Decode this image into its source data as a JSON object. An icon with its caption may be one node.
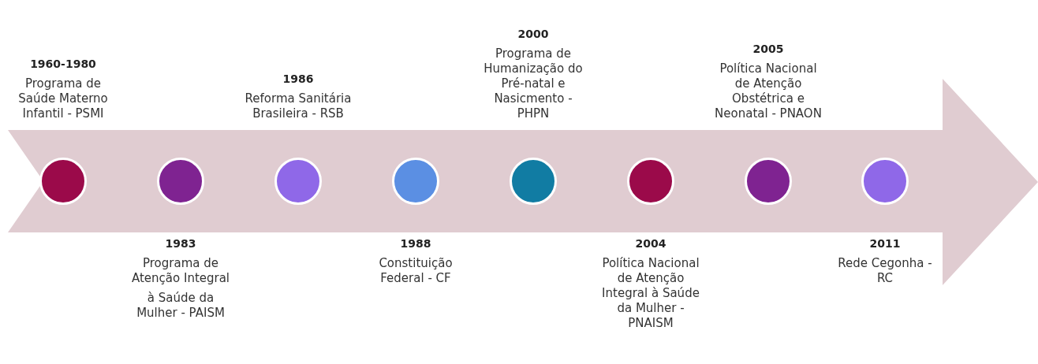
{
  "diagram": {
    "nodes": [
      {
        "text": [],
        "shape": "arrow"
      },
      {
        "text": [],
        "shape": "circle",
        "in": 0,
        "beside": [
          "1960-1980",
          "Programa de Saúde Materno Infantil - PSMI"
        ]
      },
      {
        "text": [],
        "shape": "circle",
        "in": 0,
        "beside": [
          "1983",
          "Programa de Atenção Integral",
          "à Saúde da Mulher - PAISM"
        ]
      },
      {
        "text": [],
        "shape": "circle",
        "in": 0,
        "beside": [
          "1986",
          "Reforma Sanitária Brasileira - RSB"
        ]
      },
      {
        "text": [],
        "shape": "circle",
        "in": 0,
        "beside": [
          "1988",
          "Constituição Federal - CF"
        ]
      },
      {
        "text": [],
        "shape": "circle",
        "in": 0,
        "beside": [
          "2000",
          "Programa de Humanização do Pré-natal e Nasicmento - PHPN"
        ]
      },
      {
        "text": [],
        "shape": "circle",
        "in": 0,
        "beside": [
          "2004",
          "Política Nacional de Atenção Integral à Saúde da Mulher - PNAISM"
        ]
      },
      {
        "text": [],
        "shape": "circle",
        "in": 0,
        "beside": [
          "2005",
          "Política Nacional de Atenção Obstétrica e Neonatal - PNAON"
        ]
      },
      {
        "text": [],
        "shape": "circle",
        "in": 0,
        "beside": [
          "2011",
          "Rede Cegonha - RC"
        ]
      }
    ]
  }
}
